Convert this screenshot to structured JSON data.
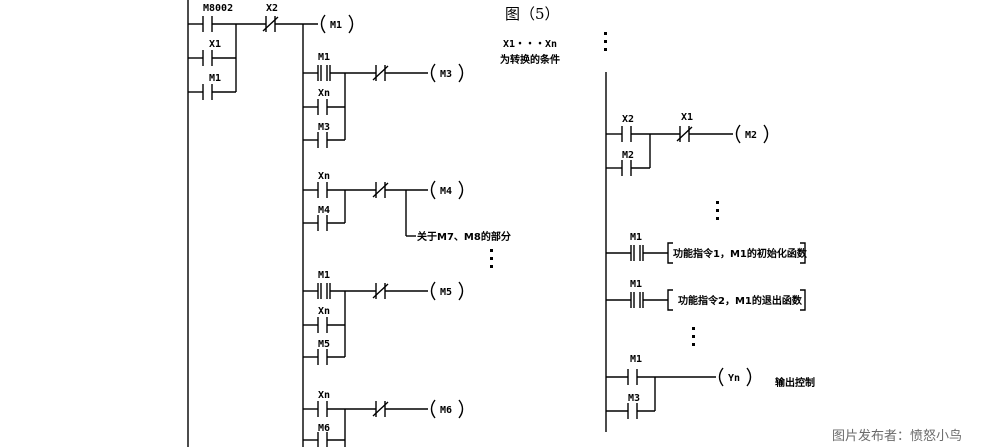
{
  "figure": {
    "title": "图（5）",
    "note_vars": "X1・・・Xn",
    "note_desc": "为转换的条件",
    "callout": "关于M7、M8的部分",
    "credit": "图片发布者：愤怒小鸟"
  },
  "left": {
    "contacts": {
      "m8002": "M8002",
      "x1": "X1",
      "m1_hold": "M1",
      "x2_nc": "X2",
      "m1_a": "M1",
      "xn_a": "Xn",
      "m3_hold": "M3",
      "xn_b": "Xn",
      "m4_hold": "M4",
      "m1_b": "M1",
      "xn_c": "Xn",
      "m5_hold": "M5",
      "xn_d": "Xn",
      "m6_hold": "M6"
    },
    "coils": {
      "m1": "M1",
      "m3": "M3",
      "m4": "M4",
      "m5": "M5",
      "m6": "M6"
    }
  },
  "right": {
    "contacts": {
      "x2": "X2",
      "m2_hold": "M2",
      "x1_nc": "X1",
      "m1_f1": "M1",
      "m1_f2": "M1",
      "m1_out": "M1",
      "m3_out": "M3"
    },
    "coils": {
      "m2": "M2",
      "yn": "Yn"
    },
    "instructions": {
      "func1": "功能指令1，M1的初始化函数",
      "func2": "功能指令2，M1的退出函数"
    },
    "output_label": "输出控制"
  }
}
